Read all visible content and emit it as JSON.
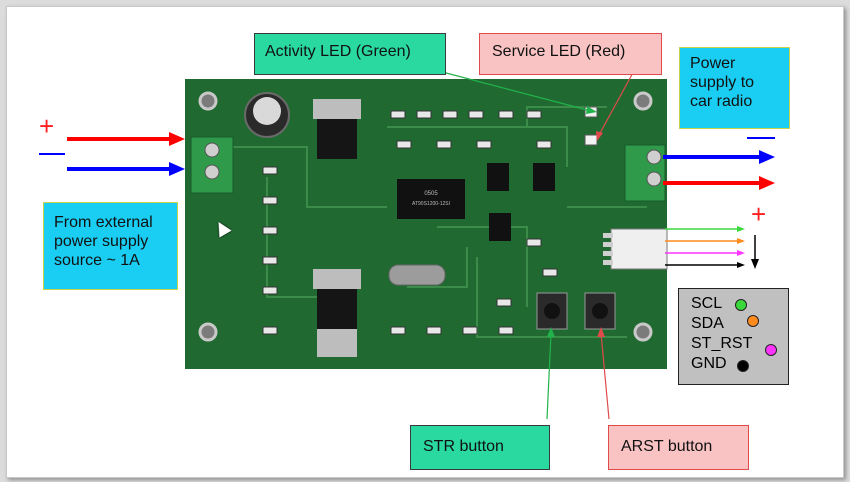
{
  "labels": {
    "activity_led": "Activity LED (Green)",
    "service_led": "Service LED (Red)",
    "power_out": [
      "Power",
      "supply to",
      "car radio"
    ],
    "power_in": [
      "From external",
      "power supply",
      "source ~ 1A"
    ],
    "str_button": "STR button",
    "arst_button": "ARST button"
  },
  "pins": [
    {
      "name": "SCL",
      "color": "#3ad83a"
    },
    {
      "name": "SDA",
      "color": "#ff8a1e"
    },
    {
      "name": "ST_RST",
      "color": "#ff34ff"
    },
    {
      "name": "GND",
      "color": "#000000"
    }
  ],
  "board": {
    "chip_main": "AT90S1200-12SI",
    "chip_code": "0505",
    "color": "#1f6e2d"
  },
  "colors": {
    "positive": "#ff0000",
    "negative": "#0000ff"
  }
}
